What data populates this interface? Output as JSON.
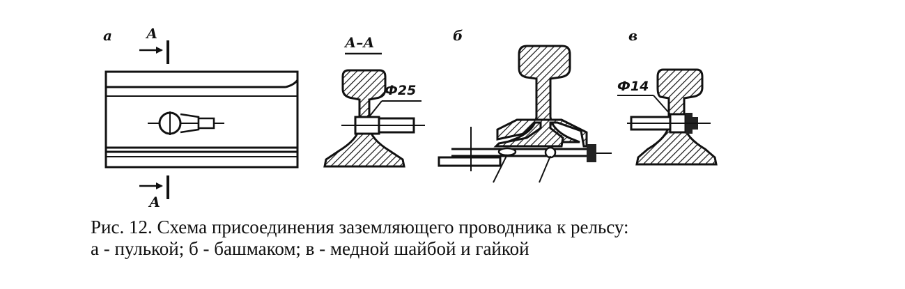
{
  "labels": {
    "view_a": "а",
    "view_b": "б",
    "view_v": "в",
    "section_mark_top": "А",
    "section_mark_bottom": "А",
    "section_title": "А–А",
    "dia_25": "Ф25",
    "dia_14": "Ф14"
  },
  "caption": {
    "line1": "Рис. 12. Схема присоединения заземляющего проводника к рельсу:",
    "line2": "а - пулькой; б - башмаком; в - медной шайбой и гайкой"
  }
}
